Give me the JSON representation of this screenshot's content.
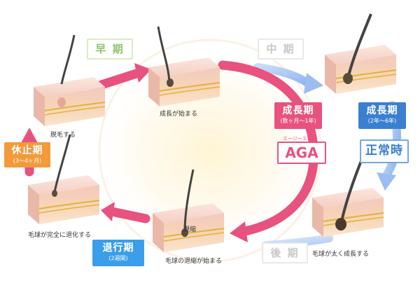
{
  "stages": {
    "early": "早 期",
    "middle": "中 期",
    "late": "後 期"
  },
  "phases": {
    "growth_aga": {
      "title": "成長期",
      "sub": "(数ヶ月〜1年)"
    },
    "growth_normal": {
      "title": "成長期",
      "sub": "(2年〜6年)"
    },
    "resting": {
      "title": "休止期",
      "sub": "(3〜4ヶ月)"
    },
    "regression": {
      "title": "退行期",
      "sub": "(2週間)"
    }
  },
  "aga": {
    "title": "AGA",
    "reading": "エージーエー"
  },
  "normal": "正常時",
  "captions": {
    "growth_start": "成長が始まる",
    "shedding": "脱毛する",
    "bulb_regressed": "毛球が完全に退化する",
    "regression_start": "毛球の退縮が始まる",
    "bulb_grows": "毛球が太く成長する",
    "shrink": "退縮"
  },
  "colors": {
    "pink": "#e8527f",
    "blue": "#3b7fd1",
    "green": "#8dc56a",
    "orange": "#f39a3a",
    "light_blue": "#a9c7f2"
  }
}
